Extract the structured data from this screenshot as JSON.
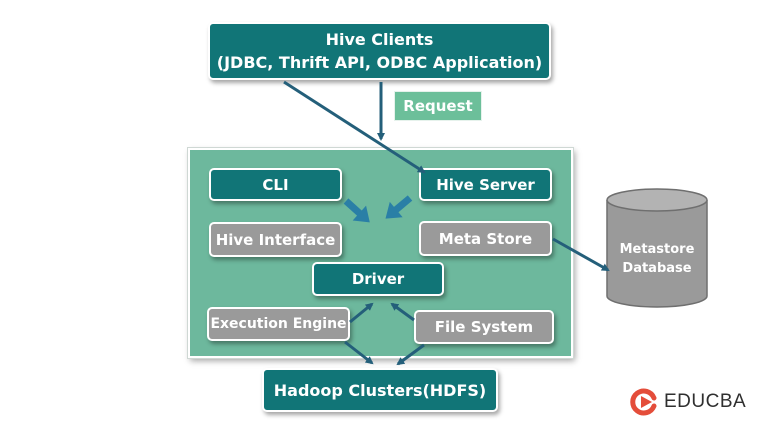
{
  "diagram": {
    "nodes": {
      "hive_clients_title": "Hive Clients",
      "hive_clients_subtitle": "(JDBC, Thrift API, ODBC Application)",
      "request": "Request",
      "cli": "CLI",
      "hive_server": "Hive Server",
      "hive_interface": "Hive Interface",
      "meta_store": "Meta Store",
      "driver": "Driver",
      "execution_engine": "Execution Engine",
      "file_system": "File System",
      "hadoop_clusters": "Hadoop Clusters(HDFS)",
      "metastore_db_line1": "Metastore",
      "metastore_db_line2": "Database"
    },
    "edges": [
      {
        "from": "hive_clients",
        "to": "hive_server"
      },
      {
        "from": "hive_clients",
        "to": "panel",
        "label": "Request"
      },
      {
        "from": "cli",
        "to": "driver_area"
      },
      {
        "from": "hive_server",
        "to": "driver_area"
      },
      {
        "from": "meta_store",
        "to": "metastore_database"
      },
      {
        "from": "execution_engine",
        "to": "driver"
      },
      {
        "from": "file_system",
        "to": "driver"
      },
      {
        "from": "execution_engine",
        "to": "hadoop_clusters"
      },
      {
        "from": "file_system",
        "to": "hadoop_clusters"
      }
    ],
    "colors": {
      "node_primary": "#117577",
      "node_secondary": "#9a9a9a",
      "panel": "#6db89d",
      "arrow": "#245f7a"
    }
  },
  "brand": {
    "logo_text": "EDUCBA",
    "logo_color": "#e44d3a"
  }
}
